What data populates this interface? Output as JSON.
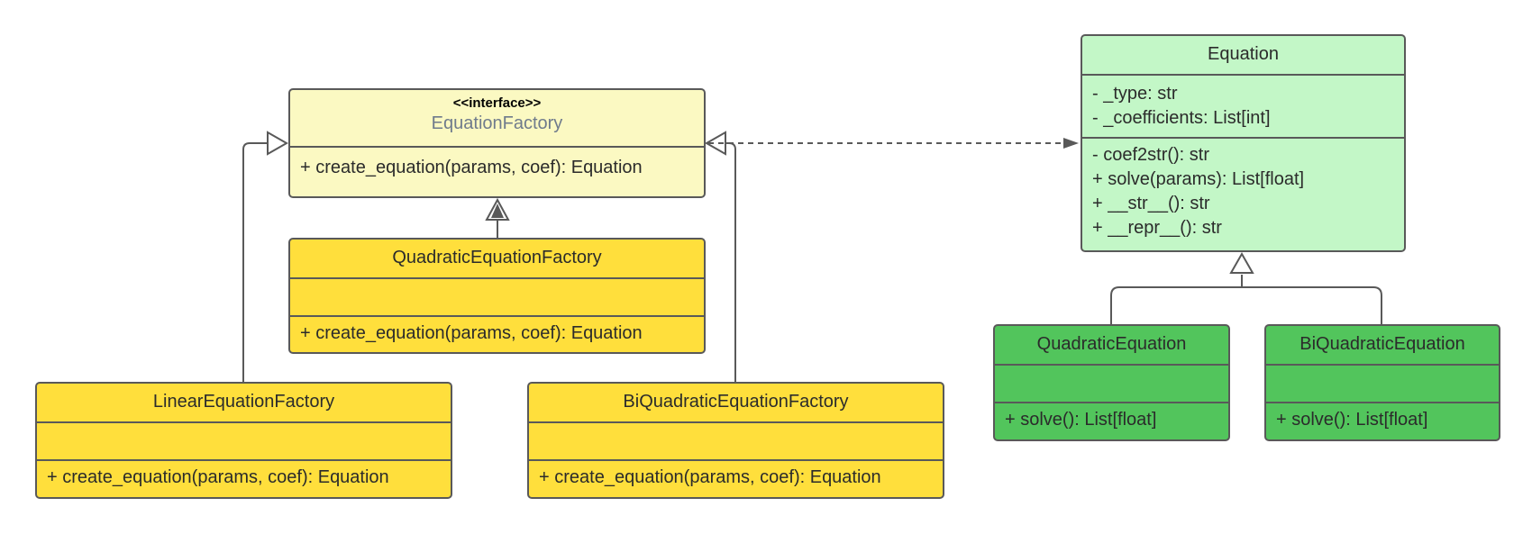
{
  "colors": {
    "interface_fill": "#fbf9c2",
    "factory_fill": "#ffdf3c",
    "base_class_fill": "#c3f7c7",
    "sub_class_fill": "#52c55c",
    "line": "#595959"
  },
  "equation_factory": {
    "stereotype": "<<interface>>",
    "name": "EquationFactory",
    "methods": [
      "+ create_equation(params, coef): Equation"
    ]
  },
  "quadratic_equation_factory": {
    "name": "QuadraticEquationFactory",
    "methods": [
      "+ create_equation(params, coef): Equation"
    ]
  },
  "linear_equation_factory": {
    "name": "LinearEquationFactory",
    "methods": [
      "+ create_equation(params, coef): Equation"
    ]
  },
  "biquadratic_equation_factory": {
    "name": "BiQuadraticEquationFactory",
    "methods": [
      "+ create_equation(params, coef): Equation"
    ]
  },
  "equation": {
    "name": "Equation",
    "attributes": [
      "- _type: str",
      "- _coefficients: List[int]"
    ],
    "methods": [
      "- coef2str(): str",
      "+ solve(params): List[float]",
      "+ __str__(): str",
      "+ __repr__(): str"
    ]
  },
  "quadratic_equation": {
    "name": "QuadraticEquation",
    "methods": [
      "+ solve(): List[float]"
    ]
  },
  "biquadratic_equation": {
    "name": "BiQuadraticEquation",
    "methods": [
      "+ solve(): List[float]"
    ]
  }
}
